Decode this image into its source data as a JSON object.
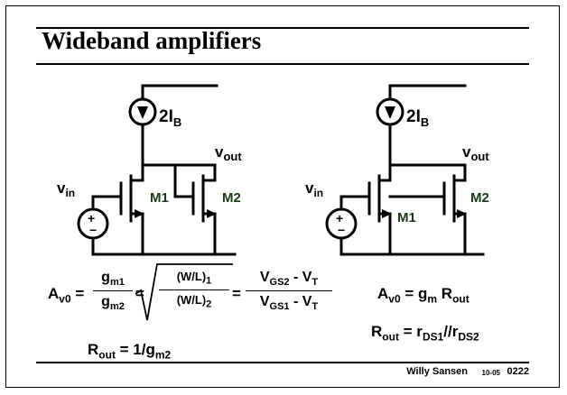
{
  "title": "Wideband amplifiers",
  "left_circuit": {
    "current_source": "2I",
    "current_sub": "B",
    "output_label": "v",
    "output_sub": "out",
    "input_label": "v",
    "input_sub": "in",
    "m1_label": "M1",
    "m2_label": "M2"
  },
  "right_circuit": {
    "current_source": "2I",
    "current_sub": "B",
    "output_label": "v",
    "output_sub": "out",
    "input_label": "v",
    "input_sub": "in",
    "m1_label": "M1",
    "m2_label": "M2"
  },
  "equations": {
    "av0_lhs": "A",
    "av0_lhs_sub": "v0",
    "frac1_num": "g",
    "frac1_num_sub": "m1",
    "frac1_den": "g",
    "frac1_den_sub": "m2",
    "frac2_num": "(W/L)",
    "frac2_num_sub": "1",
    "frac2_den": "(W/L)",
    "frac2_den_sub": "2",
    "frac3_num_a": "V",
    "frac3_num_a_sub": "GS2",
    "frac3_num_b": " - V",
    "frac3_num_b_sub": "T",
    "frac3_den_a": "V",
    "frac3_den_a_sub": "GS1",
    "frac3_den_b": " - V",
    "frac3_den_b_sub": "T",
    "rout_left": "R",
    "rout_left_sub": "out",
    "rout_left_rhs": " = 1/g",
    "rout_left_rhs_sub": "m2",
    "av0_right": "A",
    "av0_right_sub": "v0",
    "av0_right_rhs": " = g",
    "av0_right_rhs_sub": "m",
    "av0_right_r": " R",
    "av0_right_r_sub": "out",
    "rout_right": "R",
    "rout_right_sub": "out",
    "rout_right_rhs": " = r",
    "rout_right_rhs_sub": "DS1",
    "rout_right_par": "//r",
    "rout_right_par_sub": "DS2"
  },
  "footer": {
    "author": "Willy Sansen",
    "date": "10-05",
    "slide_number": "0222"
  },
  "colors": {
    "transistor_label": "#1a3a1a",
    "ink": "#000000"
  }
}
